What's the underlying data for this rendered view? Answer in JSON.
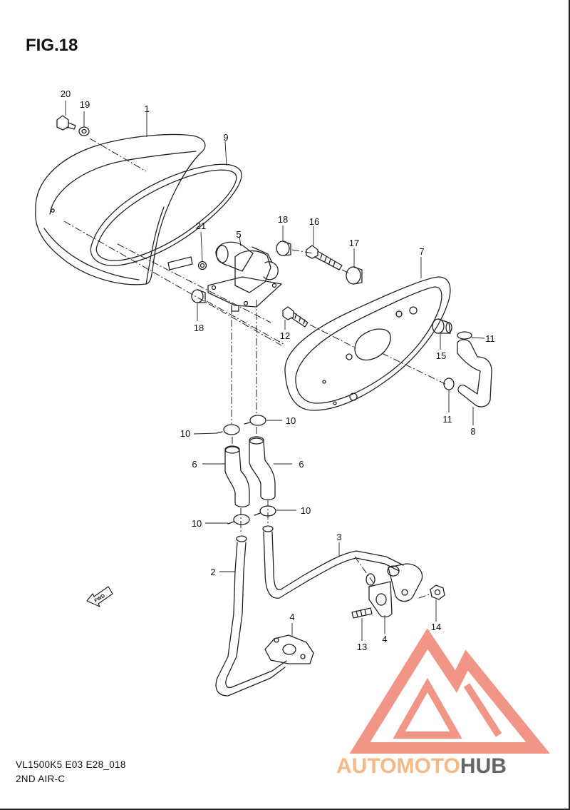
{
  "figure": {
    "title": "FIG.18",
    "model_code": "VL1500K5 E03 E28_018",
    "section_name": "2ND AIR-C"
  },
  "fwd_label": "FWD",
  "callouts": [
    {
      "id": "c20",
      "text": "20"
    },
    {
      "id": "c19",
      "text": "19"
    },
    {
      "id": "c1",
      "text": "1"
    },
    {
      "id": "c9",
      "text": "9"
    },
    {
      "id": "c21",
      "text": "21"
    },
    {
      "id": "c5",
      "text": "5"
    },
    {
      "id": "c18a",
      "text": "18"
    },
    {
      "id": "c16",
      "text": "16"
    },
    {
      "id": "c17",
      "text": "17"
    },
    {
      "id": "c7",
      "text": "7"
    },
    {
      "id": "c18b",
      "text": "18"
    },
    {
      "id": "c12",
      "text": "12"
    },
    {
      "id": "c11a",
      "text": "11"
    },
    {
      "id": "c15",
      "text": "15"
    },
    {
      "id": "c11b",
      "text": "11"
    },
    {
      "id": "c8",
      "text": "8"
    },
    {
      "id": "c10a",
      "text": "10"
    },
    {
      "id": "c10b",
      "text": "10"
    },
    {
      "id": "c6a",
      "text": "6"
    },
    {
      "id": "c6b",
      "text": "6"
    },
    {
      "id": "c10c",
      "text": "10"
    },
    {
      "id": "c10d",
      "text": "10"
    },
    {
      "id": "c3",
      "text": "3"
    },
    {
      "id": "c2",
      "text": "2"
    },
    {
      "id": "c4a",
      "text": "4"
    },
    {
      "id": "c4b",
      "text": "4"
    },
    {
      "id": "c13",
      "text": "13"
    },
    {
      "id": "c14",
      "text": "14"
    }
  ],
  "watermark": {
    "text_part1": "AUTOMOTO",
    "text_part2": "HUB",
    "color_primary": "#f08a7a",
    "color_secondary": "#f5b27a",
    "color_tertiary": "#555555"
  }
}
